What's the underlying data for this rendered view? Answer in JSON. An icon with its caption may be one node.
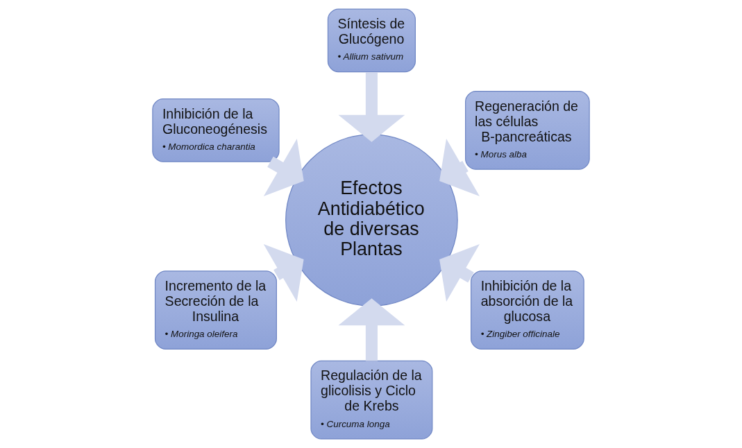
{
  "diagram": {
    "nodes": [
      {
        "text": [
          "Regeneración de las células B-pancreáticas",
          "• Morus alba"
        ]
      },
      {
        "text": [
          "Síntesis de Glucógeno",
          "• Allium sativum"
        ]
      },
      {
        "text": [
          "Inhibición de la Gluconeogénesis",
          "• Momordica charantia"
        ]
      },
      {
        "text": [
          "Incremento de la Secreción de la Insulina",
          "• Moringa oleifera"
        ]
      },
      {
        "text": [
          "Regulación de la glicolisis y Ciclo de Krebs",
          "• Curcuma longa"
        ]
      },
      {
        "text": [
          "Inhibición de la absorción de la glucosa",
          "• Zingiber officinale"
        ]
      },
      {
        "text": [
          "Efectos Antidiabético de diversas Plantas"
        ]
      }
    ],
    "edges": [
      {
        "from": 0,
        "to": 6,
        "arrow": "to"
      },
      {
        "from": 1,
        "to": 6,
        "arrow": "to"
      },
      {
        "from": 2,
        "to": 6,
        "arrow": "to"
      },
      {
        "from": 3,
        "to": 6,
        "arrow": "to"
      },
      {
        "from": 4,
        "to": 6,
        "arrow": "to"
      },
      {
        "from": 5,
        "to": 6,
        "arrow": "to"
      }
    ]
  }
}
